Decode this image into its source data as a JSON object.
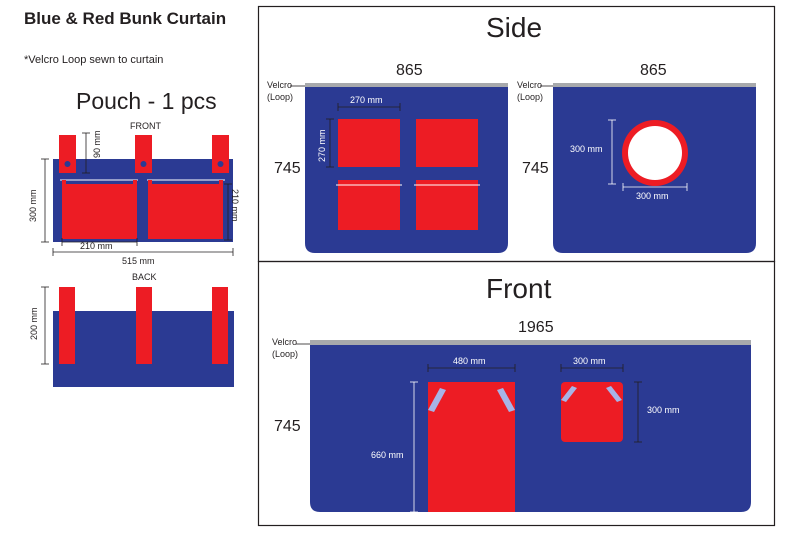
{
  "title": "Blue & Red Bunk Curtain",
  "note": "*Velcro Loop sewn to curtain",
  "pouch": {
    "title": "Pouch - 1 pcs",
    "front_label": "FRONT",
    "back_label": "BACK",
    "tab_height": "90 mm",
    "height": "300 mm",
    "pocket_width": "210 mm",
    "pocket_height": "210 mm",
    "total_width": "515 mm",
    "back_height": "200 mm"
  },
  "side": {
    "heading": "Side",
    "left": {
      "width": "865",
      "height": "745",
      "velcro": "Velcro",
      "loop": "(Loop)",
      "pocket_w": "270 mm",
      "pocket_h": "270 mm"
    },
    "right": {
      "width": "865",
      "height": "745",
      "velcro": "Velcro",
      "loop": "(Loop)",
      "window_h": "300 mm",
      "window_w": "300 mm"
    }
  },
  "front": {
    "heading": "Front",
    "width": "1965",
    "height": "745",
    "velcro": "Velcro",
    "loop": "(Loop)",
    "door_width": "480 mm",
    "door_height": "660 mm",
    "window_width": "300 mm",
    "window_height": "300 mm"
  },
  "colors": {
    "blue": "#2b3a93",
    "red": "#ed1c24",
    "velcro": "#a7a9ac",
    "line": "#231f20"
  }
}
